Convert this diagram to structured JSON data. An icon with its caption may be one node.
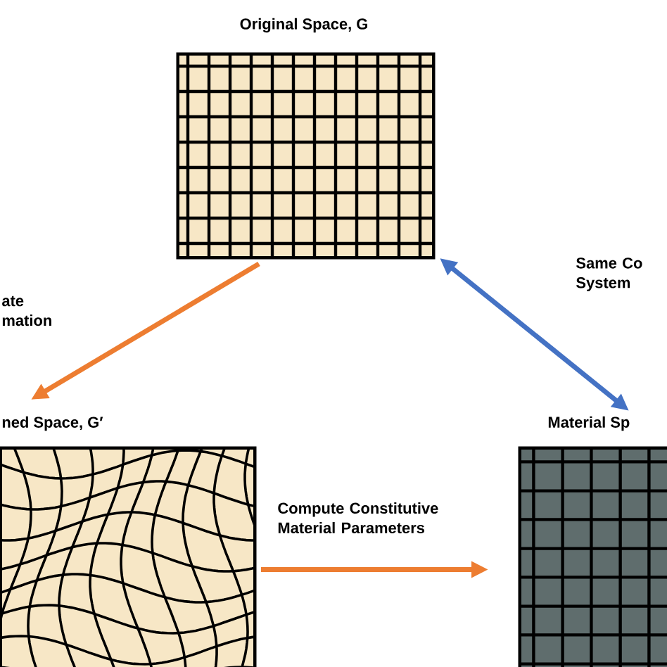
{
  "diagram": {
    "nodes": [
      {
        "text": [
          "Original Space, G"
        ]
      },
      {
        "text": [
          "ned Space, G′"
        ]
      },
      {
        "text": [
          "Material Sp"
        ]
      }
    ],
    "edges": [
      {
        "from": 0,
        "to": 1,
        "arrow": "to",
        "label": "ate mation",
        "color": "#ed7d31"
      },
      {
        "from": 0,
        "to": 2,
        "arrow": "both",
        "label": "Same Co System",
        "color": "#4472c4"
      },
      {
        "from": 1,
        "to": 2,
        "arrow": "to",
        "label": "Compute Constitutive Material Parameters",
        "color": "#ed7d31"
      }
    ]
  }
}
